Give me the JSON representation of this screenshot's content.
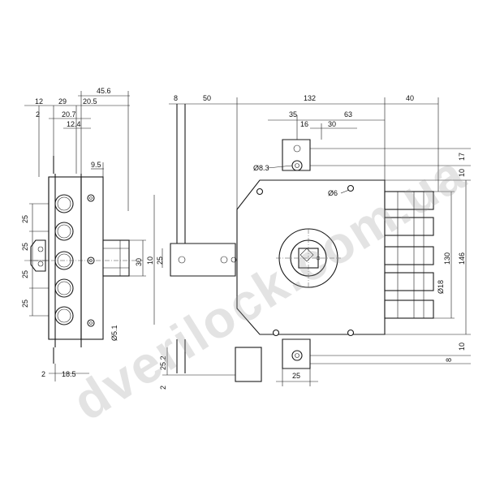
{
  "watermark": "dverilock.com.ua",
  "side_view": {
    "top_dims": [
      "12",
      "29",
      "20.5",
      "45.6",
      "2",
      "20.7",
      "12.4",
      "9.5"
    ],
    "left_dims": [
      "25",
      "25",
      "25",
      "25"
    ],
    "right_dims": [
      "30",
      "10",
      "25"
    ],
    "hole_dia": "Ø5.1",
    "bottom_dims": [
      "2",
      "18.5"
    ]
  },
  "front_view": {
    "top_dims": [
      "8",
      "50",
      "132",
      "40",
      "35",
      "63",
      "16",
      "30"
    ],
    "left_dims": [
      "25.2",
      "2"
    ],
    "hole_dias": [
      "Ø8.3",
      "Ø6",
      "Ø18"
    ],
    "right_dims": [
      "17",
      "10",
      "130",
      "146",
      "10",
      "8"
    ],
    "bottom_dim": "25"
  }
}
